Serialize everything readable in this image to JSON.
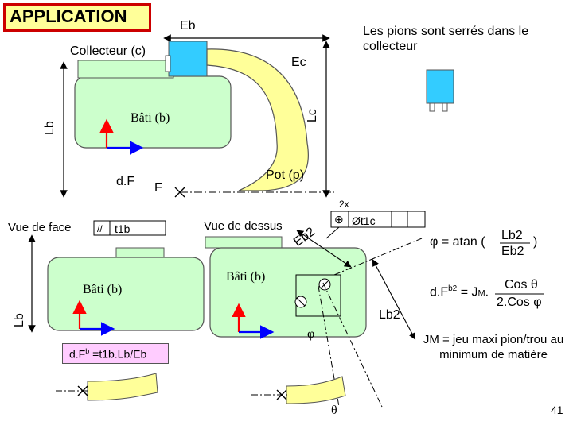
{
  "title": "APPLICATION",
  "top_view": {
    "eb": "Eb",
    "collecteur": "Collecteur (c)",
    "ec": "Ec",
    "lc": "Lc",
    "lb": "Lb",
    "bati": "Bâti (b)",
    "df": "d.F",
    "f": "F",
    "pot": "Pot (p)",
    "note": "Les pions sont serrés dans le collecteur"
  },
  "front_view": {
    "label": "Vue de face",
    "tol_symbol": "//",
    "tol_value": "t1b",
    "bati": "Bâti (b)",
    "lb": "Lb",
    "formula_main": "d.F",
    "formula_sup": "b",
    "formula_rest": " =t1b.Lb/Eb"
  },
  "dessus_view": {
    "label": "Vue de dessus",
    "count": "2x",
    "pos_symbol": "⊕",
    "pos_value": "Øt1c",
    "eb2": "Eb2",
    "bati": "Bâti (b)",
    "lb2": "Lb2",
    "phi": "φ",
    "theta": "θ"
  },
  "equations": {
    "phi_lhs": "φ = atan (",
    "phi_num": "Lb2",
    "phi_den": "Eb2",
    "phi_close": ")",
    "df_main": "d.F",
    "df_sup": "b2",
    "df_mid": " = J",
    "df_sub": "M",
    "df_dot": ".",
    "df_num": "Cos θ",
    "df_den": "2.Cos φ",
    "jm_note": "JM = jeu maxi pion/trou au minimum de matière"
  },
  "page_number": "41",
  "colors": {
    "green": "#ccffcc",
    "cyan": "#33ccff",
    "yellow": "#ffff99",
    "pink": "#ffccff",
    "red": "#cc0000",
    "arrow_red": "#ff0000",
    "arrow_blue": "#0000ff"
  }
}
